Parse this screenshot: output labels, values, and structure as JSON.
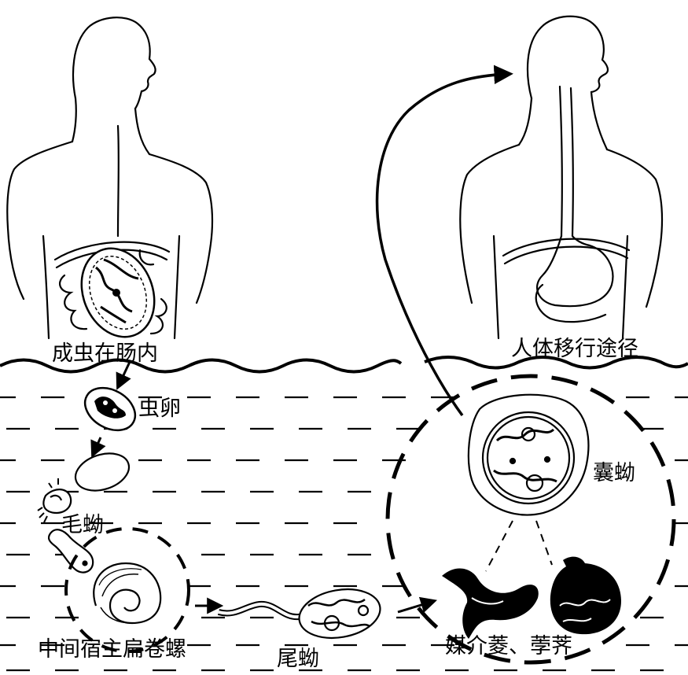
{
  "labels": {
    "adult": "成虫在肠内",
    "egg": "虫卵",
    "miracidium": "毛蚴",
    "snail": "中间宿主扁卷螺",
    "cercaria": "尾蚴",
    "metacercaria": "囊蚴",
    "plants": "媒介菱、荸荠",
    "route": "人体移行途径"
  },
  "colors": {
    "ink": "#000000",
    "paper": "#ffffff"
  }
}
